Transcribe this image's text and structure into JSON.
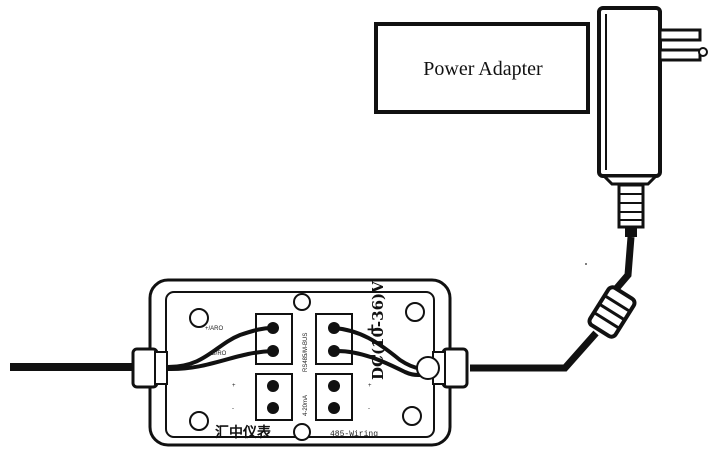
{
  "adapter_box": {
    "label": "Power Adapter"
  },
  "junction_box": {
    "terminal_labels": [
      "+/ARO",
      "-/B/RO",
      "+",
      "-"
    ],
    "vertical_label_top": "RS485/M-BUS",
    "vertical_label_bottom": "4-20mA",
    "supply_label": "DC(10-36)V",
    "supply_plus": "+",
    "supply_minus": "-",
    "brand": "汇中仪表",
    "wiring_label": "485-Wiring"
  },
  "colors": {
    "line": "#111111",
    "background": "#ffffff"
  }
}
